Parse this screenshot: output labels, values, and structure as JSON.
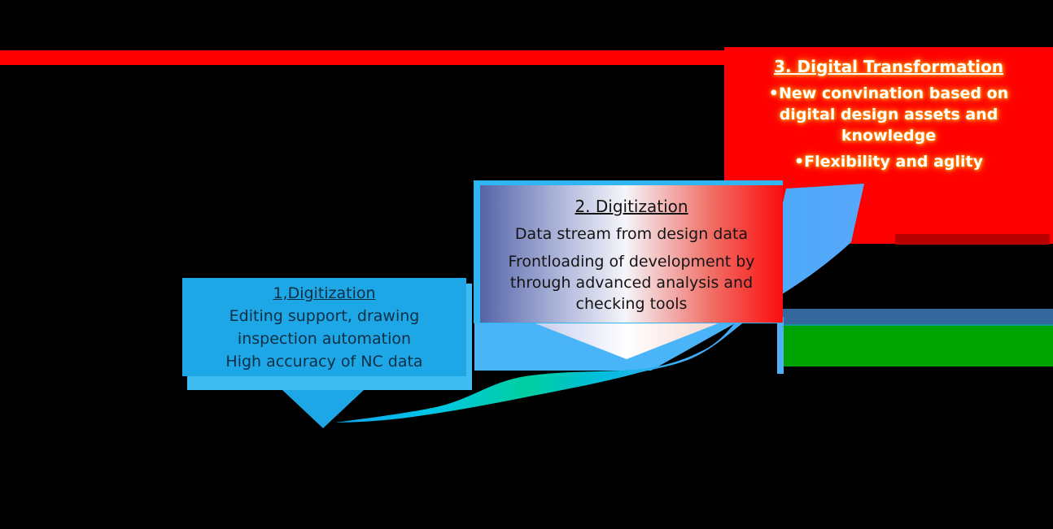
{
  "canvas": {
    "background": "#000000"
  },
  "top_bar": {
    "color": "#FE0000"
  },
  "stage3": {
    "title": "3. Digital Transformation",
    "bullet1": "•New convination based on\ndigital design assets and\nknowledge",
    "bullet2": "•Flexibility and aglity",
    "box_color": "#FE0000",
    "bottom_shadow_color": "#B80000",
    "text_color": "#FFFFFF",
    "glow_color": "#FF7A00"
  },
  "stage2": {
    "title": "2. Digitization",
    "line1": "Data stream from design data",
    "line2": "Frontloading of development by\nthrough advanced analysis and\nchecking tools",
    "border_color": "#2FB6F2",
    "gradient": [
      "#5564A8",
      "#AAB2D8",
      "#F5F5FA",
      "#F07068",
      "#FB0D0D"
    ],
    "text_color": "#141414"
  },
  "stage1": {
    "title": "1,Digitization",
    "line1": "Editing support, drawing",
    "line2": "inspection automation",
    "line3": "High accuracy of NC data",
    "box_color": "#1EA7E6",
    "border_color": "#3FBCF2",
    "text_color": "#0E2F43"
  },
  "bars": {
    "steel_color": "#35689D",
    "teal_color": "#0A9C94",
    "green_color": "#00A400"
  },
  "swoosh": {
    "gradient": [
      "#12A3EC",
      "#00C6E8",
      "#00CFA0",
      "#00BEDC",
      "#41AAF6",
      "#57A8FA"
    ]
  }
}
